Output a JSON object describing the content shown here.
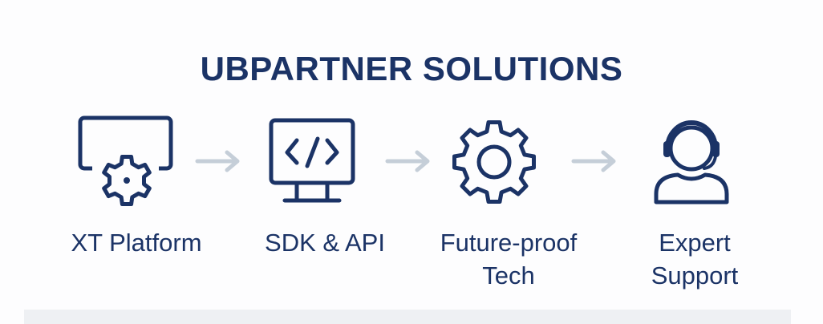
{
  "title": "UBPARTNER SOLUTIONS",
  "colors": {
    "primary": "#1b3366",
    "arrow": "#c5ced8",
    "strip": "#eef0f3"
  },
  "steps": [
    {
      "icon": "monitor-gear-icon",
      "line1": "XT Platform",
      "line2": ""
    },
    {
      "icon": "monitor-code-icon",
      "line1": "SDK & API",
      "line2": ""
    },
    {
      "icon": "gear-icon",
      "line1": "Future-proof",
      "line2": "Tech"
    },
    {
      "icon": "headset-user-icon",
      "line1": "Expert",
      "line2": "Support"
    }
  ]
}
